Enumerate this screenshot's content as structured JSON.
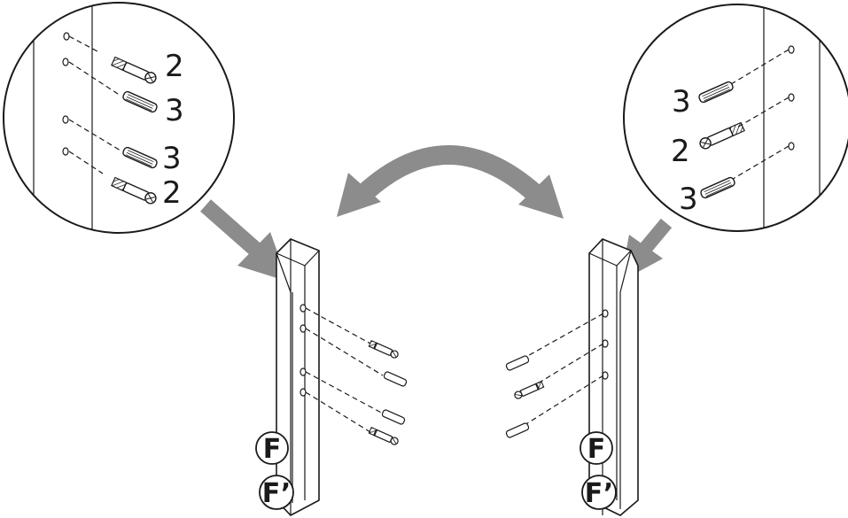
{
  "diagram": {
    "left_detail": {
      "labels": [
        "2",
        "3",
        "3",
        "2"
      ]
    },
    "right_detail": {
      "labels": [
        "3",
        "2",
        "3"
      ]
    },
    "left_post": {
      "badges": [
        "F",
        "F’"
      ]
    },
    "right_post": {
      "badges": [
        "F",
        "F’"
      ]
    },
    "colors": {
      "arrow": "#8c8c8c",
      "line": "#1a1a1a",
      "background": "#ffffff"
    }
  }
}
